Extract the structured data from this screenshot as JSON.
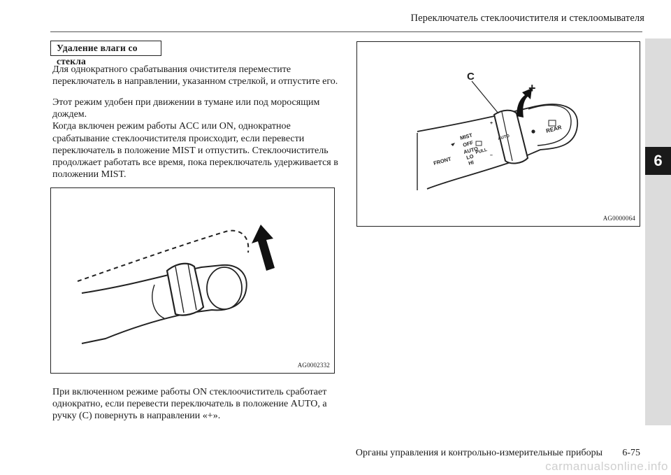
{
  "header": {
    "title": "Переключатель стеклоочистителя и стеклоомывателя"
  },
  "chapter": {
    "number": "6"
  },
  "section": {
    "title": "Удаление влаги со стекла"
  },
  "paragraphs": {
    "p1": "Для однократного срабатывания очистителя переместите переключатель в направлении, указанном стрелкой, и отпустите его.",
    "p2": "Этот режим удобен при движении в тумане или под моросящим дождем.\nКогда включен режим работы ACC или ON, однократное срабатывание стеклоочистителя происходит, если перевести переключатель в положение MIST и отпустить. Стеклоочиститель продолжает работать все время, пока переключатель удерживается в положении MIST.",
    "p3": "При включенном режиме работы ON стеклоочиститель сработает однократно, если перевести переключатель в положение AUTO, а ручку (C) повернуть в направлении «+»."
  },
  "figures": {
    "fig1": {
      "code": "AG0002332"
    },
    "fig2": {
      "code": "AG0000064",
      "callout": "C",
      "plus": "+",
      "labels": {
        "mist": "MIST",
        "off": "OFF",
        "auto": "AUTO",
        "lo": "LO",
        "hi": "HI",
        "front": "FRONT",
        "pull": "PULL",
        "ring_auto": "AUTO",
        "rear": "REAR",
        "ring_plus": "+",
        "ring_minus": "–"
      }
    }
  },
  "footer": {
    "text": "Органы управления и контрольно-измерительные приборы",
    "page": "6-75"
  },
  "watermark": "carmanualsonline.info"
}
